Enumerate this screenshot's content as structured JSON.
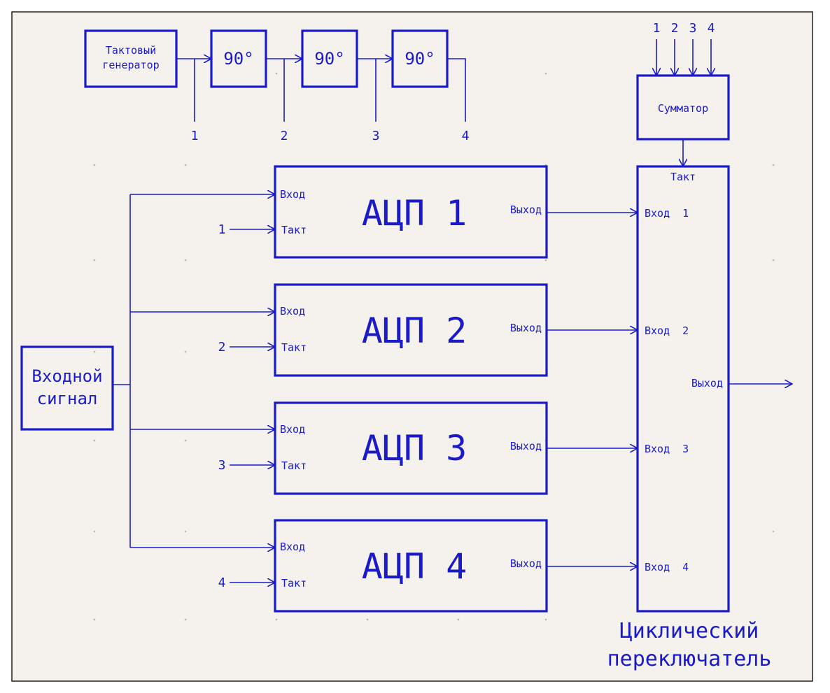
{
  "colors": {
    "background": "#f5f2ee",
    "line": "#1a1ac8",
    "frame": "#222222"
  },
  "clock": {
    "generator": {
      "line1": "Тактовый",
      "line2": "генератор"
    },
    "shifters": [
      "90°",
      "90°",
      "90°"
    ],
    "taps": [
      "1",
      "2",
      "3",
      "4"
    ]
  },
  "adder": {
    "label": "Сумматор",
    "inputs": [
      "1",
      "2",
      "3",
      "4"
    ]
  },
  "input_signal": {
    "line1": "Входной",
    "line2": "сигнал"
  },
  "adcs": [
    {
      "title": "АЦП  1",
      "in_label": "Вход",
      "clk_label": "Такт",
      "out_label": "Выход",
      "clk_num": "1"
    },
    {
      "title": "АЦП  2",
      "in_label": "Вход",
      "clk_label": "Такт",
      "out_label": "Выход",
      "clk_num": "2"
    },
    {
      "title": "АЦП  3",
      "in_label": "Вход",
      "clk_label": "Такт",
      "out_label": "Выход",
      "clk_num": "3"
    },
    {
      "title": "АЦП  4",
      "in_label": "Вход",
      "clk_label": "Такт",
      "out_label": "Выход",
      "clk_num": "4"
    }
  ],
  "switch": {
    "clk_label": "Такт",
    "inputs": [
      "Вход  1",
      "Вход  2",
      "Вход  3",
      "Вход  4"
    ],
    "out_label": "Выход",
    "caption_line1": "Циклический",
    "caption_line2": "переключатель"
  }
}
